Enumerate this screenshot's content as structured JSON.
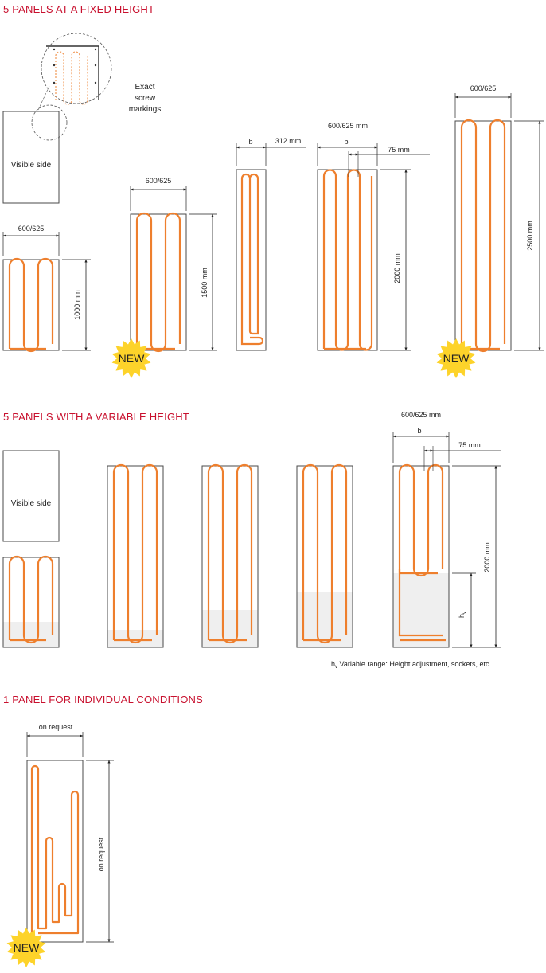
{
  "colors": {
    "heading": "#c8102e",
    "heating_loop": "#ee7f2d",
    "panel_border": "#4a4a4a",
    "fill_zone": "#efefef",
    "badge": "#fdd32a",
    "badge_text": "#e8502a",
    "dimension_line": "#222222"
  },
  "sections": {
    "fixed": {
      "title": "5 PANELS AT A FIXED HEIGHT",
      "visible_side_label": "Visible side",
      "screw_note": [
        "Exact",
        "screw",
        "markings"
      ],
      "panel_1000": {
        "width_label": "600/625",
        "height_label": "1000 mm"
      },
      "panel_1500": {
        "width_label": "600/625",
        "height_label": "1500 mm"
      },
      "panel_312": {
        "b_label": "b",
        "width_label": "312 mm"
      },
      "panel_2000": {
        "top_label": "600/625 mm",
        "b_label": "b",
        "gap_label": "75 mm",
        "height_label": "2000 mm"
      },
      "panel_2500": {
        "width_label": "600/625",
        "height_label": "2500 mm"
      }
    },
    "variable": {
      "title": "5 PANELS WITH A VARIABLE HEIGHT",
      "visible_side_label": "Visible side",
      "panel_2000": {
        "top_label": "600/625 mm",
        "b_label": "b",
        "gap_label": "75 mm",
        "height_label": "2000 mm",
        "hv_label": "h",
        "hv_sub": "v"
      },
      "note_prefix": "h",
      "note_sub": "v",
      "note_text": " Variable range: Height adjustment, sockets, etc"
    },
    "individual": {
      "title": "1 PANEL FOR INDIVIDUAL CONDITIONS",
      "width_label": "on request",
      "height_label": "on request"
    }
  },
  "badge_label": "NEW"
}
